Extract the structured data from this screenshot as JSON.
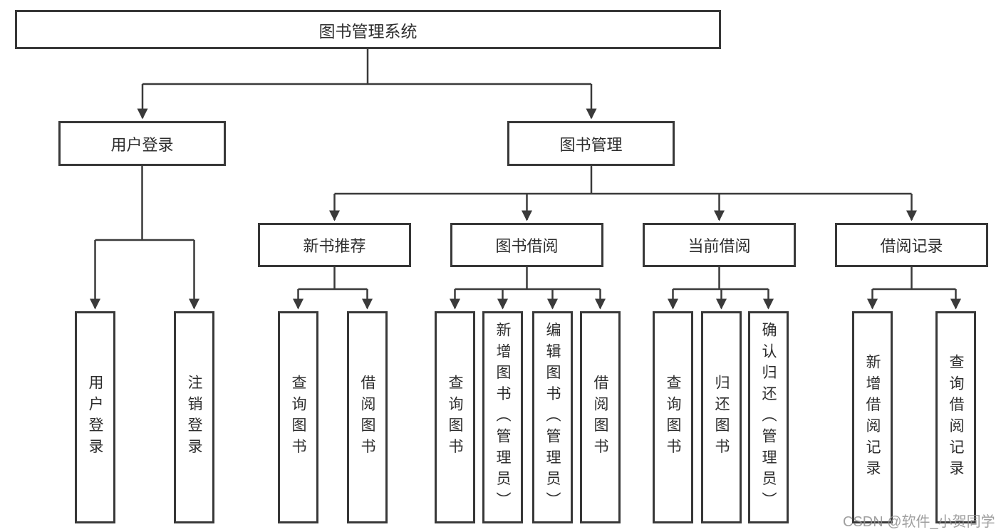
{
  "tree": {
    "label": "图书管理系统",
    "children": [
      {
        "label": "用户登录",
        "children": [
          {
            "label": "用户登录"
          },
          {
            "label": "注销登录"
          }
        ]
      },
      {
        "label": "图书管理",
        "children": [
          {
            "label": "新书推荐",
            "children": [
              {
                "label": "查询图书"
              },
              {
                "label": "借阅图书"
              }
            ]
          },
          {
            "label": "图书借阅",
            "children": [
              {
                "label": "查询图书"
              },
              {
                "label": "新增图书（管理员）"
              },
              {
                "label": "编辑图书（管理员）"
              },
              {
                "label": "借阅图书"
              }
            ]
          },
          {
            "label": "当前借阅",
            "children": [
              {
                "label": "查询图书"
              },
              {
                "label": "归还图书"
              },
              {
                "label": "确认归还（管理员）"
              }
            ]
          },
          {
            "label": "借阅记录",
            "children": [
              {
                "label": "新增借阅记录"
              },
              {
                "label": "查询借阅记录"
              }
            ]
          }
        ]
      }
    ]
  },
  "watermark": "CSDN @软件_小贺同学",
  "colors": {
    "line": "#3a3a3a",
    "text": "#2d2d2d",
    "background": "#ffffff",
    "watermark_gray": "#8f8f8f"
  }
}
